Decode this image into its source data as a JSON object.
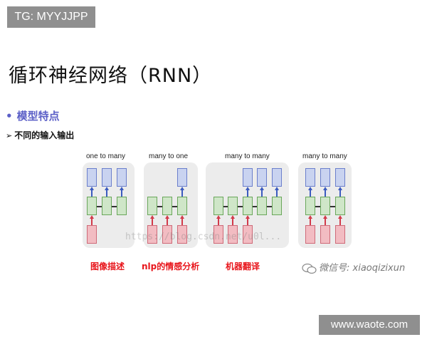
{
  "overlay": {
    "tg_label": "TG: MYYJJPP",
    "site_label": "www.waote.com"
  },
  "slide": {
    "title": "循环神经网络（RNN）",
    "bullet": "模型特点",
    "bullet_marker": "•",
    "sub_bullet": "不同的输入输出",
    "sub_bullet_marker": "➢"
  },
  "diagram": {
    "panels": [
      {
        "title": "one to many",
        "caption": "图像描述"
      },
      {
        "title": "many to one",
        "caption": "nlp的情感分析"
      },
      {
        "title": "many to many",
        "caption": "机器翻译"
      },
      {
        "title": "many to many",
        "caption": "微信号: xiaoqizixun"
      }
    ],
    "watermark": "https://blog.csdn.net/u0l...",
    "colors": {
      "output": "#c9d3f0",
      "hidden": "#cfe6c8",
      "input": "#f2bcc2",
      "caption": "#e8151b"
    }
  }
}
